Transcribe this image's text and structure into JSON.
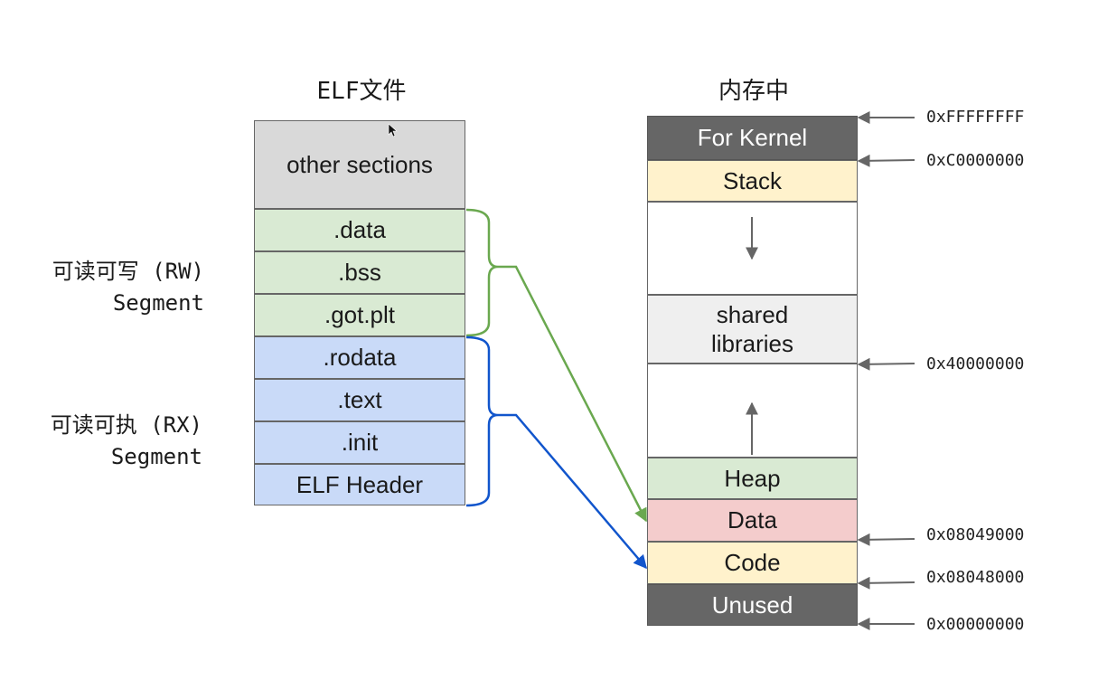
{
  "elf_file": {
    "title": "ELF文件",
    "sections": [
      {
        "label": "other sections",
        "fill": "#d9d9d9"
      },
      {
        "label": ".data",
        "fill": "#d9ead3"
      },
      {
        "label": ".bss",
        "fill": "#d9ead3"
      },
      {
        "label": ".got.plt",
        "fill": "#d9ead3"
      },
      {
        "label": ".rodata",
        "fill": "#c9daf8"
      },
      {
        "label": ".text",
        "fill": "#c9daf8"
      },
      {
        "label": ".init",
        "fill": "#c9daf8"
      },
      {
        "label": "ELF Header",
        "fill": "#c9daf8"
      }
    ]
  },
  "segments": {
    "rw": {
      "line1": "可读可写 (RW)",
      "line2": "Segment",
      "color": "#6aa84f"
    },
    "rx": {
      "line1": "可读可执 (RX)",
      "line2": "Segment",
      "color": "#1155cc"
    }
  },
  "memory": {
    "title": "内存中",
    "regions": [
      {
        "label": "For Kernel",
        "fill": "#666666",
        "text_color": "#ffffff"
      },
      {
        "label": "Stack",
        "fill": "#fff2cc"
      },
      {
        "label": "",
        "fill": "#ffffff"
      },
      {
        "label": "shared\nlibraries",
        "fill": "#efefef"
      },
      {
        "label": "",
        "fill": "#ffffff"
      },
      {
        "label": "Heap",
        "fill": "#d9ead3"
      },
      {
        "label": "Data",
        "fill": "#f4cccc"
      },
      {
        "label": "Code",
        "fill": "#fff2cc"
      },
      {
        "label": "Unused",
        "fill": "#666666",
        "text_color": "#ffffff"
      }
    ],
    "addresses": [
      "0xFFFFFFFF",
      "0xC0000000",
      "0x40000000",
      "0x08049000",
      "0x08048000",
      "0x00000000"
    ]
  },
  "colors": {
    "border": "#666666",
    "pointer_arrow": "#666666"
  }
}
